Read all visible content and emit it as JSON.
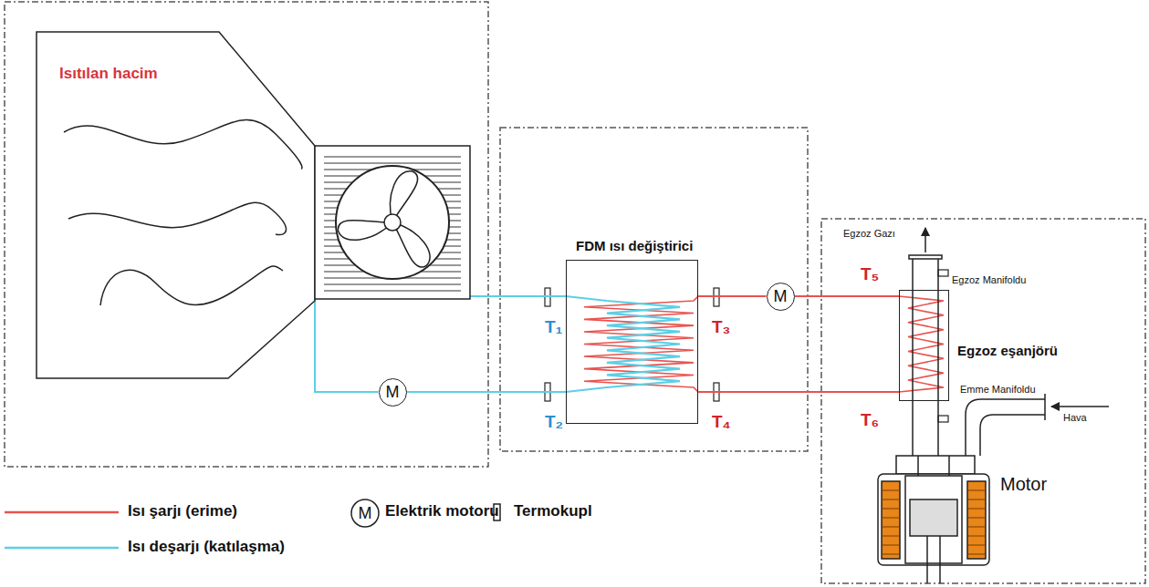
{
  "diagram": {
    "nodes": [
      {
        "text": [
          "Isıtılan hacim"
        ]
      },
      {
        "text": [
          "FDM ısı değiştirici"
        ]
      },
      {
        "text": [
          "M"
        ]
      },
      {
        "text": [
          "M"
        ]
      },
      {
        "text": [
          "Egzoz eşanjörü"
        ]
      }
    ],
    "edges": [
      {
        "from": 0,
        "to": 1,
        "arrow": "none"
      },
      {
        "from": 1,
        "to": 2,
        "arrow": "none"
      },
      {
        "from": 2,
        "to": 0,
        "arrow": "none"
      },
      {
        "from": 1,
        "to": 3,
        "arrow": "none"
      },
      {
        "from": 3,
        "to": 4,
        "arrow": "none"
      },
      {
        "from": 4,
        "to": 1,
        "arrow": "none"
      }
    ],
    "labels": [
      "T₁",
      "T₂",
      "T₃",
      "T₄",
      "Egzoz Gazı",
      "T₅",
      "Egzoz Manifoldu",
      "Emme Manifoldu",
      "Hava",
      "T₆",
      "Motor",
      "M"
    ],
    "legend": [
      {
        "text": "Isı şarjı (erime)"
      },
      {
        "text": "Isı deşarjı (katılaşma)"
      },
      {
        "text": "Elektrik motoru"
      },
      {
        "text": "Termokupl"
      }
    ]
  }
}
